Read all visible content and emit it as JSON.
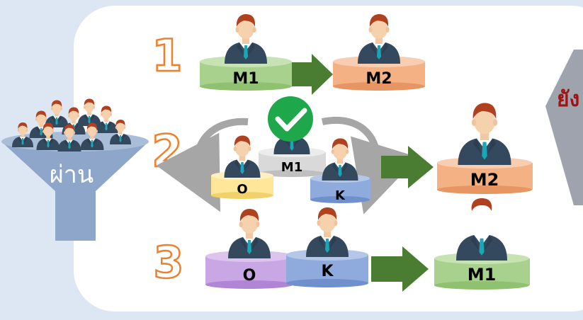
{
  "rows": {
    "r1": {
      "number": "1",
      "left_label": "M1",
      "right_label": "M2"
    },
    "r2": {
      "number": "2",
      "left_label": "O",
      "center_label": "M1",
      "k_label": "K",
      "right_label": "M2"
    },
    "r3": {
      "number": "3",
      "left_label": "O",
      "k_label": "K",
      "right_label": "M1"
    }
  },
  "funnel": {
    "label": "ผ่าน"
  },
  "side_label": "ยัง",
  "colors": {
    "number_orange": "#f07f2b",
    "arrow_green": "#4a7d32",
    "pad_green": "#a9d18e",
    "pad_orange": "#f4b183",
    "pad_yellow": "#ffe699",
    "pad_blue": "#8faadc",
    "pad_purple": "#c9a6e4",
    "pad_gray": "#d9d9d9",
    "check_green": "#1fa84b",
    "side_text": "#a01313"
  },
  "icons": [
    "person-icon",
    "checkmark-icon",
    "arrow-right-icon",
    "curved-arrow-icon",
    "funnel-icon",
    "crowd-icon"
  ]
}
